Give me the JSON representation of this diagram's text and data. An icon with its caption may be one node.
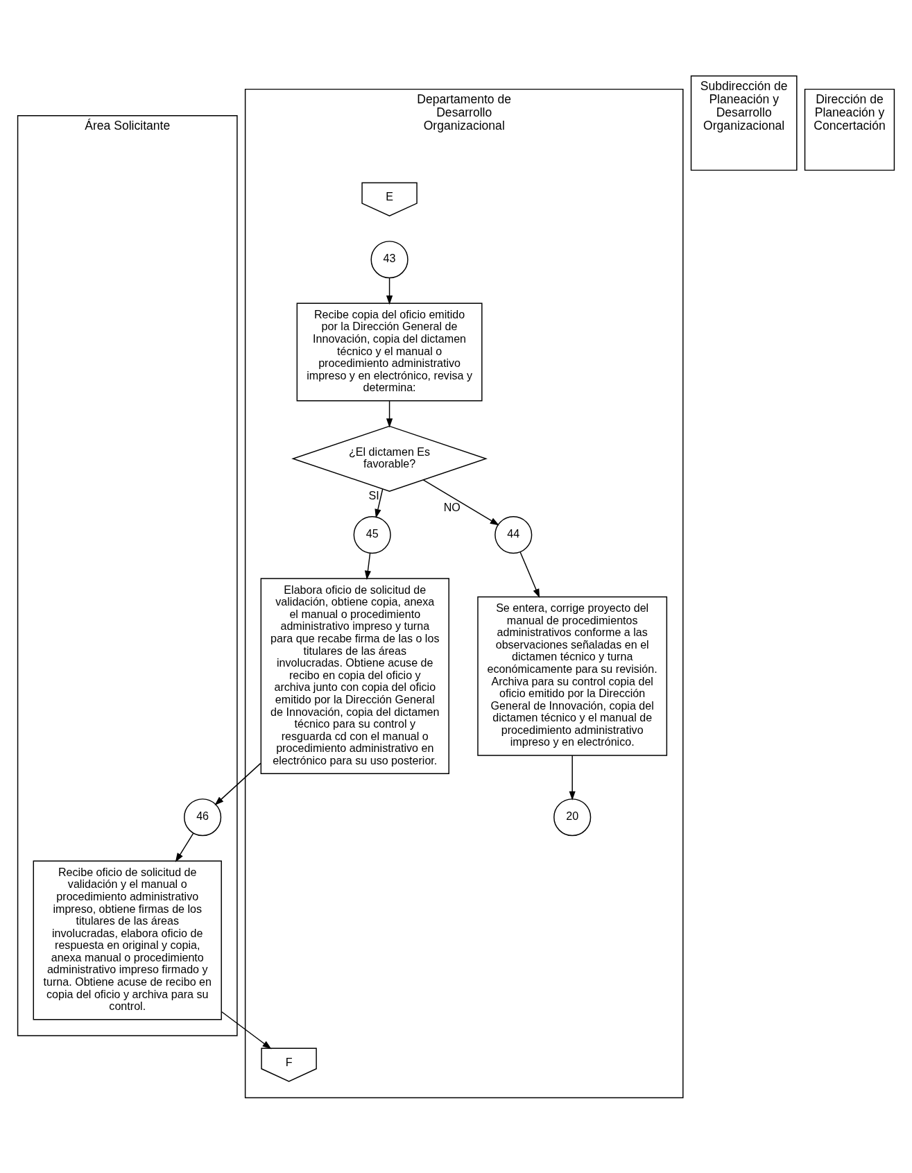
{
  "diagram": {
    "nodes": [
      {
        "text": [
          "Área Solicitante"
        ]
      },
      {
        "text": [
          "Departamento de Desarrollo Organizacional"
        ]
      },
      {
        "text": [
          "Subdirección de Planeación y Desarrollo Organizacional"
        ]
      },
      {
        "text": [
          "Dirección de Planeación y Concertación"
        ]
      },
      {
        "text": [
          "E"
        ],
        "in": 1
      },
      {
        "text": [
          "43"
        ],
        "in": 1
      },
      {
        "text": [
          "Recibe copia del oficio emitido por la Dirección General de Innovación, copia del dictamen técnico y el manual o procedimiento administrativo impreso y en electrónico, revisa y determina:"
        ],
        "in": 1
      },
      {
        "text": [
          "¿El dictamen Es favorable?"
        ],
        "in": 1
      },
      {
        "text": [
          "44"
        ],
        "in": 1
      },
      {
        "text": [
          "Se entera, corrige proyecto del manual de procedimientos administrativos conforme a las observaciones señaladas en el dictamen técnico y turna económicamente para su revisión. Archiva para su control copia del oficio emitido por la Dirección General de Innovación, copia del dictamen técnico y el manual de procedimiento administrativo impreso y en electrónico."
        ],
        "in": 1
      },
      {
        "text": [
          "20"
        ],
        "in": 1
      },
      {
        "text": [
          "45"
        ],
        "in": 1
      },
      {
        "text": [
          "Elabora oficio de solicitud de validación, obtiene copia, anexa el manual o procedimiento administrativo impreso y turna para que recabe firma de las o los titulares de las áreas involucradas. Obtiene acuse de recibo en copia del oficio y archiva junto con copia del oficio emitido por la Dirección General de Innovación, copia del dictamen técnico para su control y resguarda cd con el manual o procedimiento administrativo en electrónico para su uso posterior."
        ],
        "in": 1
      },
      {
        "text": [
          "46"
        ],
        "in": 0
      },
      {
        "text": [
          "Recibe oficio de solicitud de validación y el manual o procedimiento administrativo impreso, obtiene firmas de los titulares de las áreas involucradas, elabora oficio de respuesta en original y copia, anexa manual o procedimiento administrativo impreso firmado y turna. Obtiene acuse de recibo en copia del oficio y archiva para su control."
        ],
        "in": 0
      },
      {
        "text": [
          "F"
        ],
        "in": 1
      }
    ],
    "edges": [
      {
        "from": 5,
        "to": 6,
        "arrow": "to"
      },
      {
        "from": 6,
        "to": 7,
        "arrow": "to"
      },
      {
        "from": 7,
        "to": 8,
        "arrow": "to",
        "label": "NO"
      },
      {
        "from": 7,
        "to": 11,
        "arrow": "to",
        "label": "SI"
      },
      {
        "from": 8,
        "to": 9,
        "arrow": "to"
      },
      {
        "from": 9,
        "to": 10,
        "arrow": "to"
      },
      {
        "from": 11,
        "to": 12,
        "arrow": "to"
      },
      {
        "from": 12,
        "to": 13,
        "arrow": "to"
      },
      {
        "from": 13,
        "to": 14,
        "arrow": "to"
      },
      {
        "from": 14,
        "to": 15,
        "arrow": "to"
      }
    ]
  }
}
